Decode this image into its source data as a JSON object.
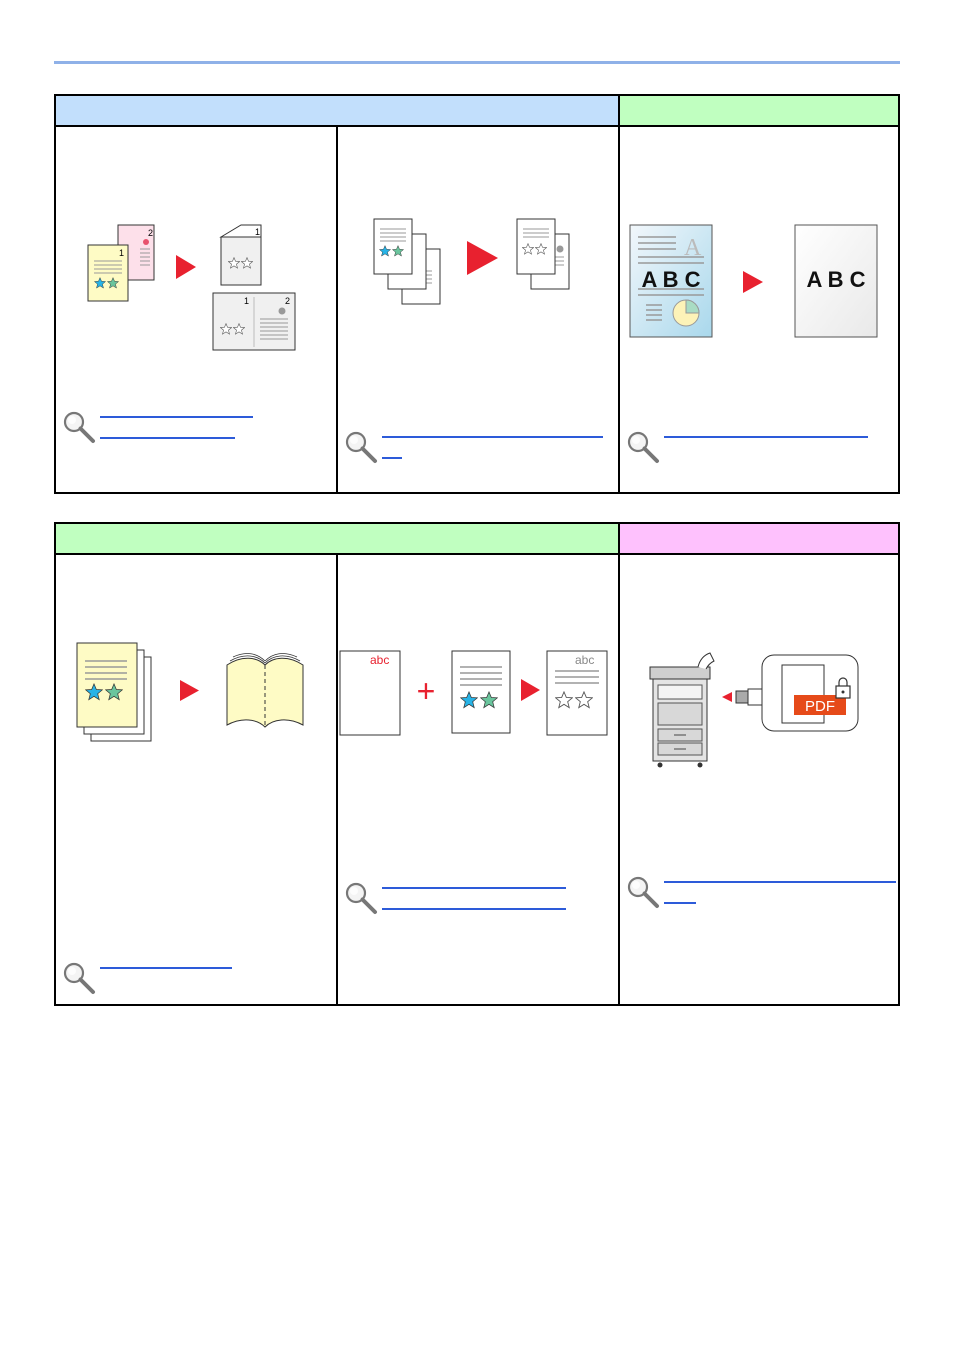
{
  "sections": [
    {
      "headers": [
        {
          "kind": "blue",
          "label": ""
        },
        {
          "kind": "green",
          "label": ""
        }
      ],
      "cells": [
        {
          "illustration": "duplex-copy-illustration"
        },
        {
          "illustration": "combine-copy-illustration"
        },
        {
          "illustration": "ecoprint-illustration",
          "before_text": "A B C",
          "before_glyph": "A",
          "after_text": "A B C"
        }
      ]
    },
    {
      "headers": [
        {
          "kind": "green",
          "label": ""
        },
        {
          "kind": "pink",
          "label": ""
        }
      ],
      "cells": [
        {
          "illustration": "booklet-illustration"
        },
        {
          "illustration": "form-overlay-illustration",
          "form_text": "abc",
          "result_text": "abc",
          "plus_sign": "+"
        },
        {
          "illustration": "encrypted-pdf-illustration",
          "pdf_label": "PDF"
        }
      ]
    }
  ],
  "colors": {
    "accent_red": "#e8212f",
    "link_blue": "#2d5bd9",
    "header_blue": "#c2dffc",
    "header_green": "#c0ffc0",
    "header_pink": "#fec1fd",
    "star_cyan": "#27b3e6",
    "star_green": "#6ac59d"
  }
}
